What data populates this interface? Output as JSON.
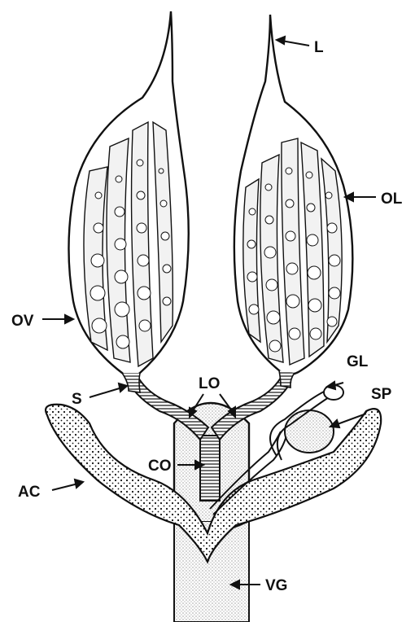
{
  "labels": {
    "L": "L",
    "OL": "OL",
    "OV": "OV",
    "S": "S",
    "LO": "LO",
    "GL": "GL",
    "SP": "SP",
    "CO": "CO",
    "AC": "AC",
    "VG": "VG"
  },
  "colors": {
    "ink": "#111111",
    "paper": "#ffffff"
  }
}
